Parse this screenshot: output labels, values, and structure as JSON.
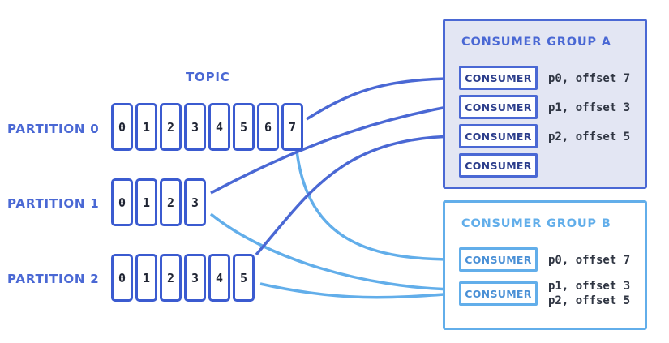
{
  "topic_label": "TOPIC",
  "partitions": [
    {
      "label": "PARTITION 0",
      "offsets": [
        "0",
        "1",
        "2",
        "3",
        "4",
        "5",
        "6",
        "7"
      ]
    },
    {
      "label": "PARTITION 1",
      "offsets": [
        "0",
        "1",
        "2",
        "3"
      ]
    },
    {
      "label": "PARTITION 2",
      "offsets": [
        "0",
        "1",
        "2",
        "3",
        "4",
        "5"
      ]
    }
  ],
  "group_a": {
    "title": "CONSUMER GROUP A",
    "consumers": [
      {
        "label": "CONSUMER",
        "offset": "p0, offset 7"
      },
      {
        "label": "CONSUMER",
        "offset": "p1, offset 3"
      },
      {
        "label": "CONSUMER",
        "offset": "p2, offset 5"
      },
      {
        "label": "CONSUMER",
        "offset": ""
      }
    ]
  },
  "group_b": {
    "title": "CONSUMER GROUP B",
    "consumers": [
      {
        "label": "CONSUMER",
        "offset": "p0, offset 7"
      },
      {
        "label": "CONSUMER",
        "offset_line1": "p1, offset 3",
        "offset_line2": "p2, offset 5"
      }
    ]
  },
  "colors": {
    "group_a": "#4a68d4",
    "group_b": "#62aeea",
    "partition_border": "#3b5bd0"
  }
}
